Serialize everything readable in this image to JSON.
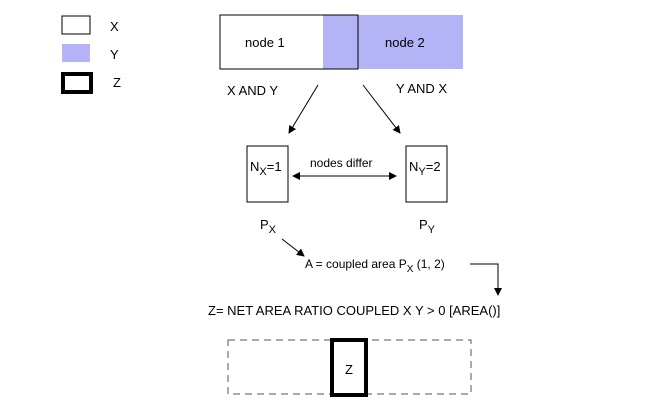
{
  "legend": {
    "items": [
      {
        "label": "X",
        "swatch": "white box outline"
      },
      {
        "label": "Y",
        "swatch": "lavender fill"
      },
      {
        "label": "Z",
        "swatch": "thick black box outline"
      }
    ]
  },
  "nodes": {
    "node1_label": "node 1",
    "node2_label": "node 2",
    "left_caption": "X AND Y",
    "right_caption": "Y AND X"
  },
  "boxes": {
    "nx_main": "N",
    "nx_sub": "X",
    "nx_value": "=1",
    "ny_main": "N",
    "ny_sub": "Y",
    "ny_value": "=2",
    "arrow_label": "nodes differ"
  },
  "partitions": {
    "px_main": "P",
    "px_sub": "X",
    "py_main": "P",
    "py_sub": "Y"
  },
  "coupled": {
    "prefix": "A = coupled area P",
    "sub": "X",
    "suffix": " (1, 2)"
  },
  "formula": "Z= NET AREA RATIO COUPLED X Y > 0 [AREA()]",
  "result_box_label": "Z",
  "colors": {
    "y_fill": "#b3b3f5",
    "stroke": "#000000",
    "dash": "#555555"
  }
}
